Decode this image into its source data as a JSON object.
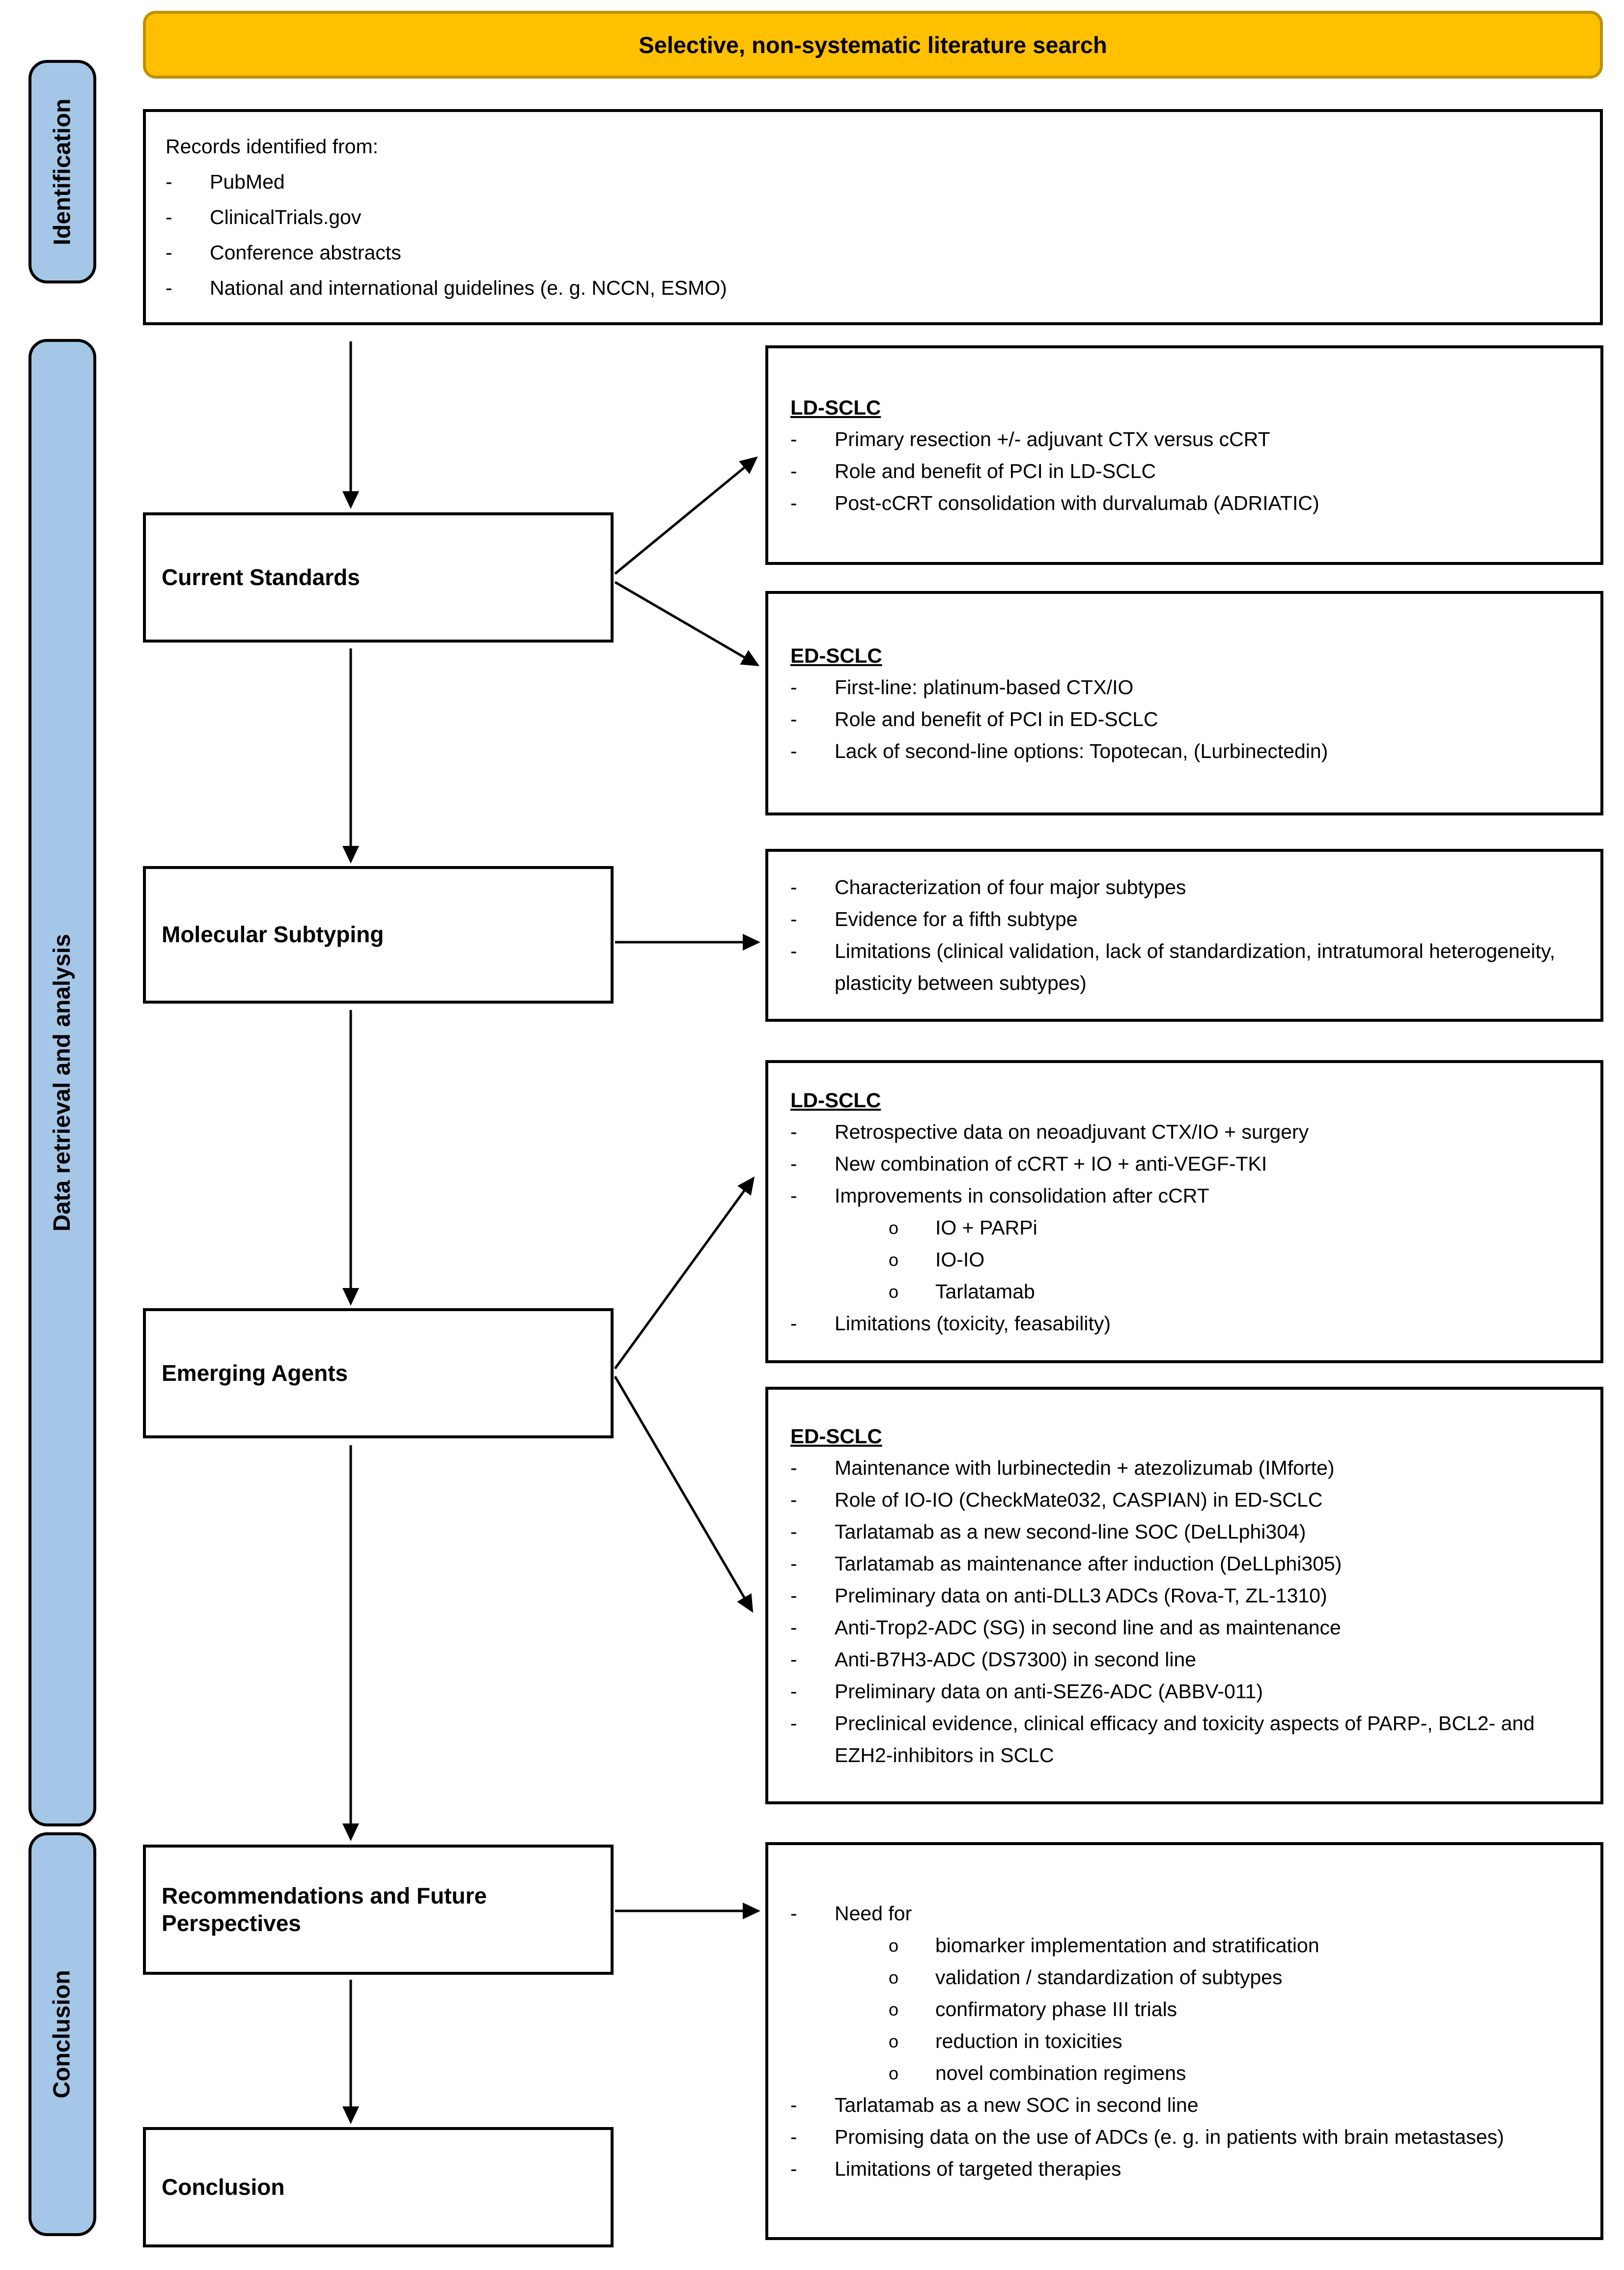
{
  "colors": {
    "banner_bg": "#FFC000",
    "banner_border": "#BF9000",
    "sidebar_bg": "#A4C7E7",
    "box_border": "#000000"
  },
  "banner": {
    "label": "Selective, non-systematic literature search"
  },
  "sidebars": {
    "identification": "Identification",
    "data_retrieval": "Data retrieval and analysis",
    "conclusion": "Conclusion"
  },
  "records": {
    "title": "Records identified from:",
    "items": [
      "PubMed",
      "ClinicalTrials.gov",
      "Conference abstracts",
      "National and international guidelines (e. g. NCCN, ESMO)"
    ]
  },
  "stages": {
    "current_standards": "Current Standards",
    "molecular_subtyping": "Molecular Subtyping",
    "emerging_agents": "Emerging Agents",
    "recommendations": "Recommendations and Future Perspectives",
    "conclusion": "Conclusion"
  },
  "details": {
    "current_ld": {
      "heading": "LD-SCLC",
      "bullets": [
        "Primary resection +/- adjuvant CTX versus cCRT",
        "Role and benefit of PCI in LD-SCLC",
        "Post-cCRT consolidation with durvalumab (ADRIATIC)"
      ]
    },
    "current_ed": {
      "heading": "ED-SCLC",
      "bullets": [
        "First-line: platinum-based CTX/IO",
        "Role and benefit of PCI in ED-SCLC",
        "Lack of second-line options: Topotecan, (Lurbinectedin)"
      ]
    },
    "molecular": {
      "heading": "",
      "bullets": [
        "Characterization of four major subtypes",
        "Evidence for a fifth subtype",
        "Limitations (clinical validation, lack of standardization, intratumoral heterogeneity, plasticity between subtypes)"
      ]
    },
    "emerging_ld": {
      "heading": "LD-SCLC",
      "bullets": [
        "Retrospective data on neoadjuvant CTX/IO + surgery",
        "New combination of cCRT + IO + anti-VEGF-TKI",
        {
          "text": "Improvements in consolidation after cCRT",
          "subs": [
            "IO + PARPi",
            "IO-IO",
            "Tarlatamab"
          ]
        },
        "Limitations (toxicity, feasability)"
      ]
    },
    "emerging_ed": {
      "heading": "ED-SCLC",
      "bullets": [
        "Maintenance with lurbinectedin + atezolizumab (IMforte)",
        "Role of IO-IO (CheckMate032, CASPIAN) in ED-SCLC",
        "Tarlatamab as a new second-line SOC (DeLLphi304)",
        "Tarlatamab as maintenance after induction (DeLLphi305)",
        "Preliminary data on anti-DLL3 ADCs (Rova-T, ZL-1310)",
        "Anti-Trop2-ADC (SG) in second line and as maintenance",
        "Anti-B7H3-ADC (DS7300) in second line",
        "Preliminary data on anti-SEZ6-ADC (ABBV-011)",
        "Preclinical evidence, clinical efficacy and toxicity aspects of PARP-, BCL2- and EZH2-inhibitors in SCLC"
      ]
    },
    "recommendations": {
      "heading": "",
      "bullets": [
        {
          "text": "Need for",
          "subs": [
            "biomarker implementation and stratification",
            "validation / standardization of subtypes",
            "confirmatory phase III trials",
            "reduction in toxicities",
            "novel combination regimens"
          ]
        },
        "Tarlatamab as a new SOC in second line",
        "Promising data on the use of ADCs (e. g. in patients with brain metastases)",
        "Limitations of targeted therapies"
      ]
    }
  },
  "markers": {
    "dash": "-",
    "circle": "o"
  }
}
